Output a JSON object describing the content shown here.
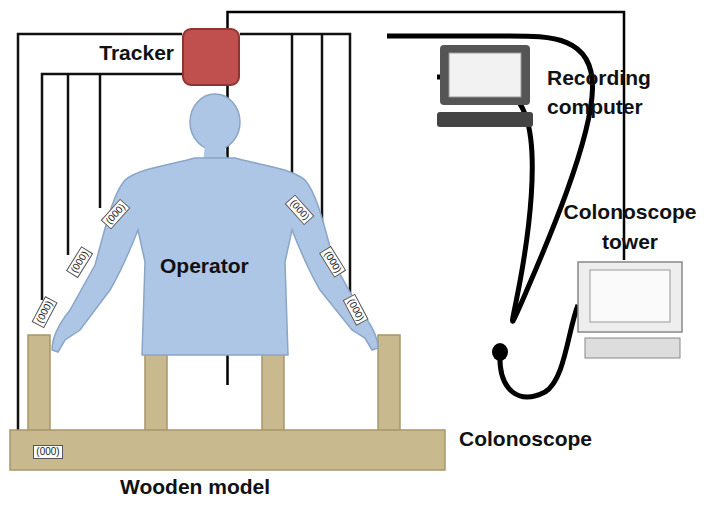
{
  "diagram": {
    "nodes": [
      {
        "text": [
          "Tracker"
        ]
      },
      {
        "text": [
          "Recording computer"
        ]
      },
      {
        "text": [
          "Operator"
        ]
      },
      {
        "text": [
          "Colonoscope tower"
        ]
      },
      {
        "text": [
          "Wooden model"
        ]
      }
    ],
    "edges": [
      {
        "from": 0,
        "to": 1,
        "arrow": "none"
      },
      {
        "from": 4,
        "to": 3,
        "label": "Colonoscope",
        "arrow": "none"
      }
    ],
    "labels": [
      "(000)",
      "(000)",
      "(000)",
      "(000)",
      "(000)",
      "(000)",
      "(000)"
    ]
  }
}
